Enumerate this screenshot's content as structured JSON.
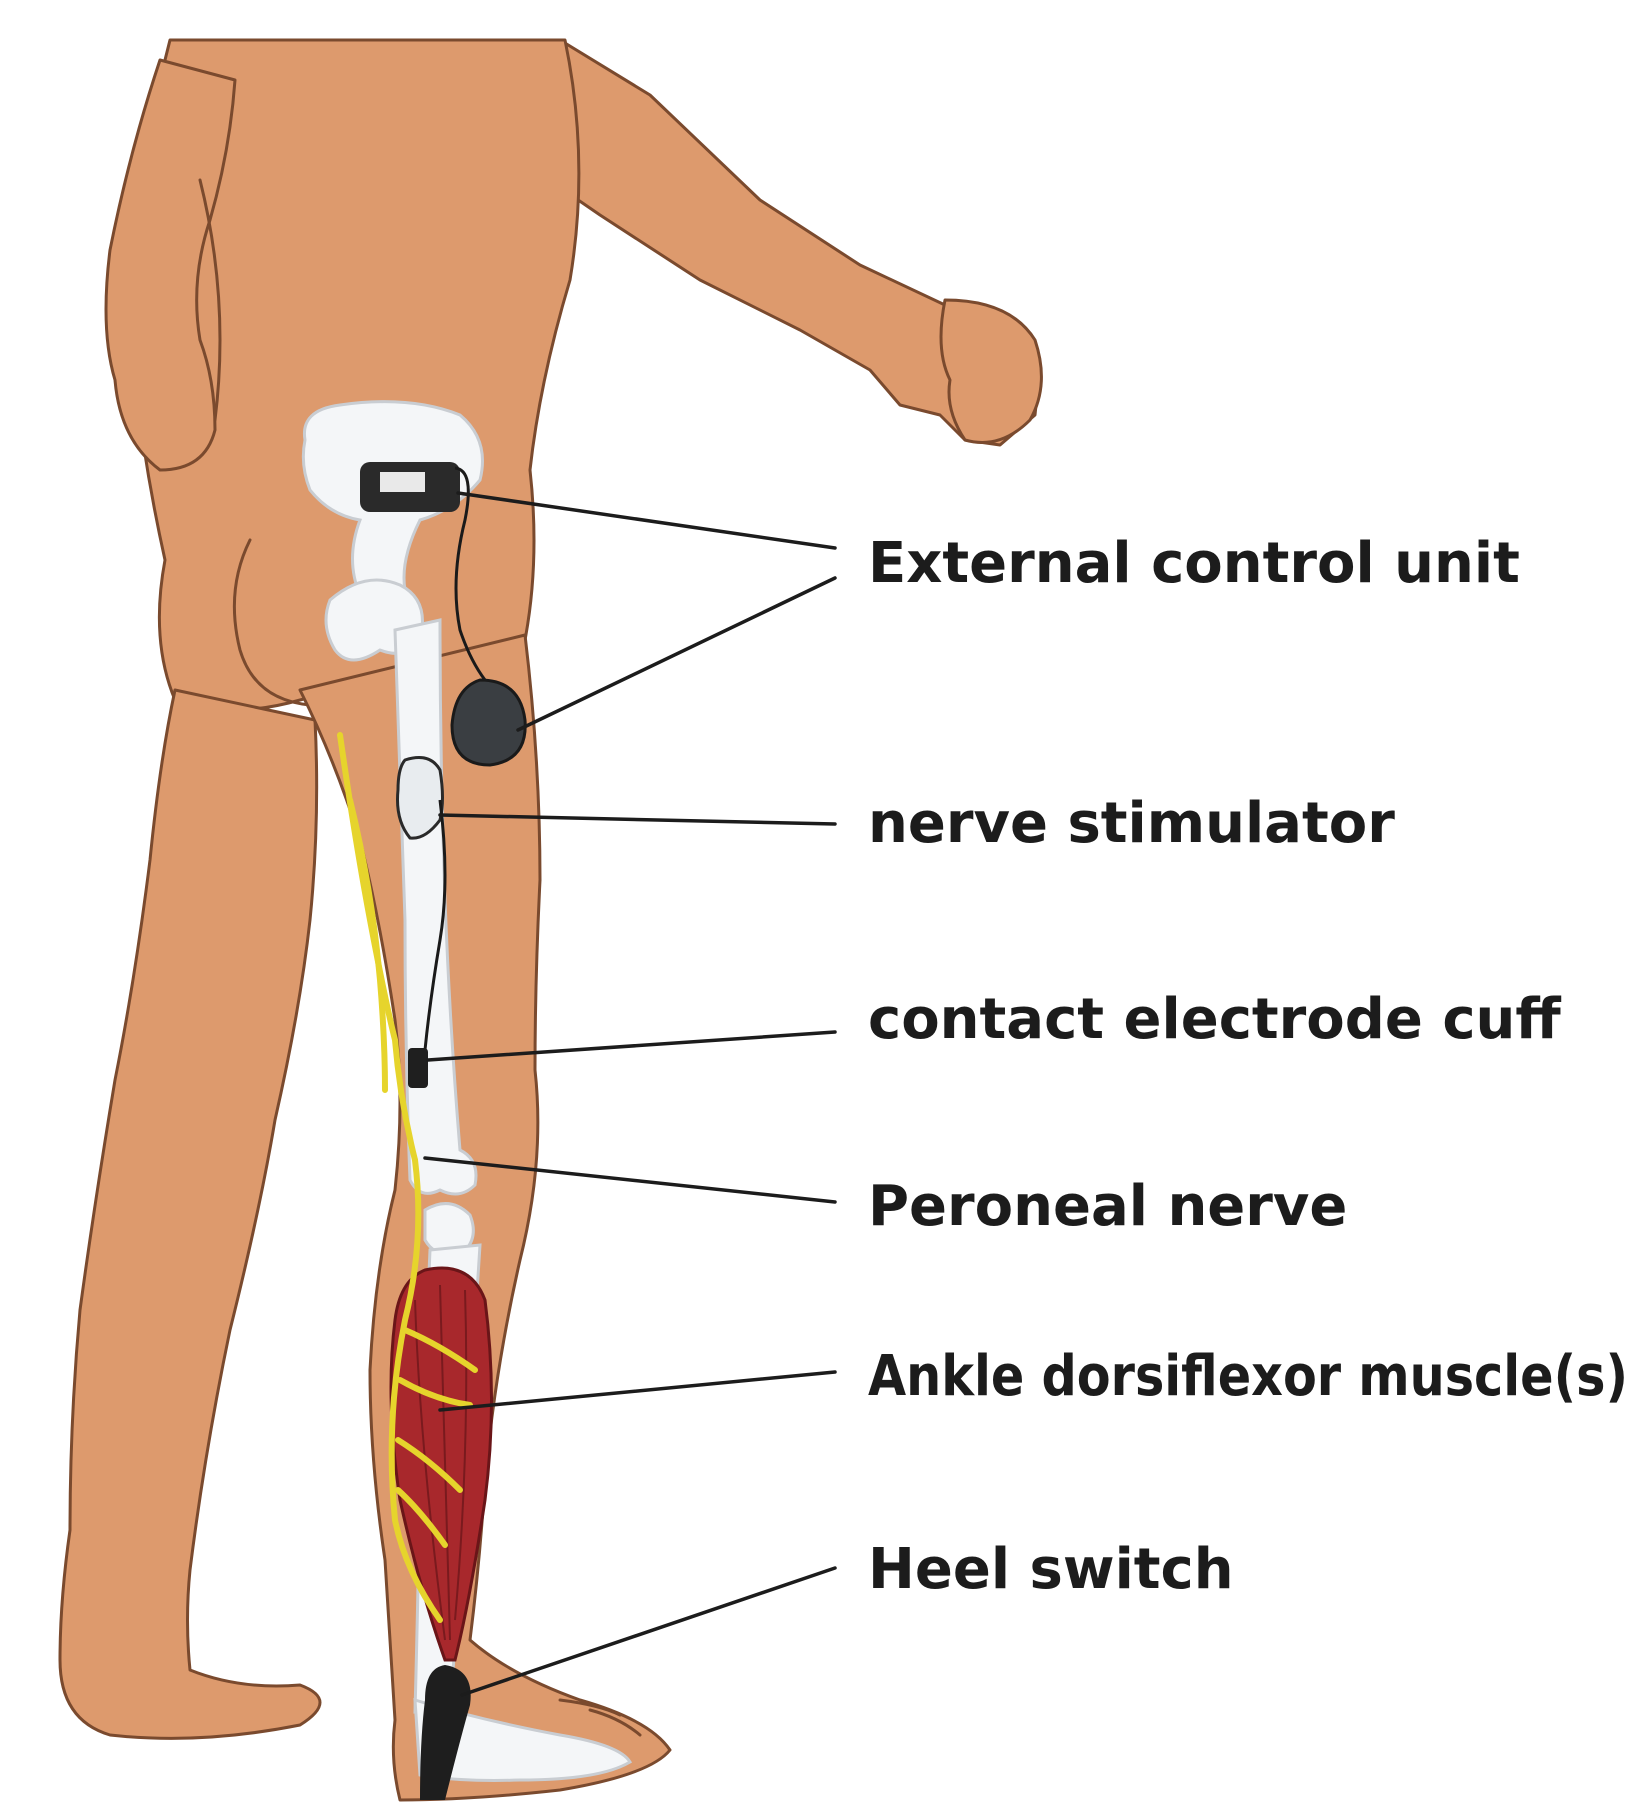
{
  "figure": {
    "labels": {
      "external_control_unit": "External control unit",
      "nerve_stimulator": "nerve stimulator",
      "contact_electrode_cuff": "contact electrode cuff",
      "peroneal_nerve": "Peroneal nerve",
      "ankle_dorsiflexor": "Ankle dorsiflexor muscle(s)",
      "heel_switch": "Heel switch"
    },
    "colors": {
      "skin": "#dd9a6d",
      "skin_outline": "#7a4a2e",
      "bone": "#f4f6f8",
      "nerve": "#e6d42c",
      "muscle": "#a8282c",
      "device": "#2a2a2a",
      "text": "#1c1c1c"
    }
  }
}
